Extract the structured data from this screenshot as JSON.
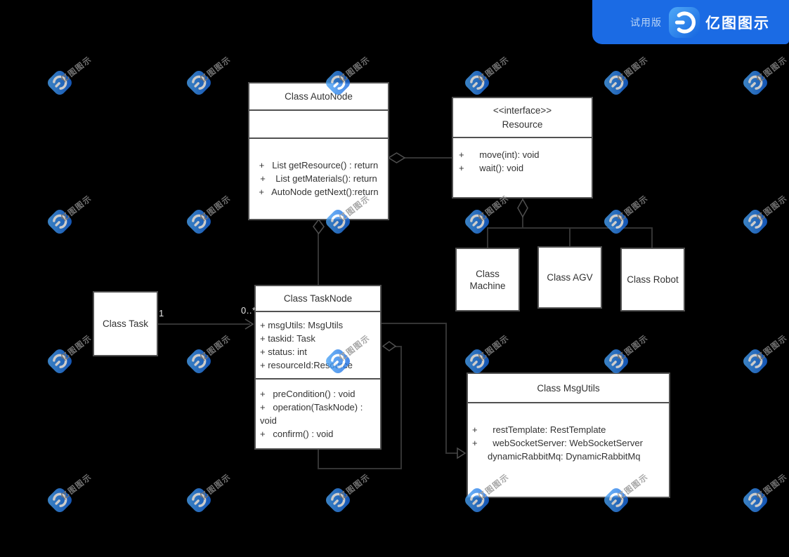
{
  "badge": {
    "trial_label": "试用版",
    "brand_name": "亿图图示"
  },
  "watermark": {
    "text": "亿图图示"
  },
  "colors": {
    "canvas_bg": "#000000",
    "box_fill": "#ffffff",
    "box_border": "#515151",
    "connector": "#343434",
    "badge_bg": "#1b6be4",
    "logo_blue_light": "#4fa9f7",
    "logo_blue_dark": "#1565e0",
    "watermark_text": "#8f8f8f"
  },
  "diagram": {
    "autonode": {
      "title": "Class AutoNode",
      "methods": [
        "+   List getResource() : return",
        "+    List getMaterials(): return",
        "+   AutoNode getNext():return"
      ]
    },
    "resource": {
      "stereotype": "<<interface>>",
      "title": "Resource",
      "methods": [
        "+      move(int): void",
        "+      wait(): void"
      ]
    },
    "machine": {
      "title": "Class Machine"
    },
    "agv": {
      "title": "Class AGV"
    },
    "robot": {
      "title": "Class Robot"
    },
    "task": {
      "title": "Class Task"
    },
    "tasknode": {
      "title": "Class TaskNode",
      "attributes": [
        "+ msgUtils: MsgUtils",
        "+ taskid: Task",
        "+ status: int",
        "+ resourceId:Resource"
      ],
      "methods": [
        "+   preCondition() : void",
        "+   operation(TaskNode) :",
        "void",
        "+   confirm() : void"
      ]
    },
    "msgutils": {
      "title": "Class MsgUtils",
      "attributes": [
        "+      restTemplate: RestTemplate",
        "+      webSocketServer: WebSocketServer",
        "dynamicRabbitMq: DynamicRabbitMq"
      ]
    },
    "multiplicity": {
      "task_end": "1",
      "tasknode_end": "0..*"
    }
  }
}
